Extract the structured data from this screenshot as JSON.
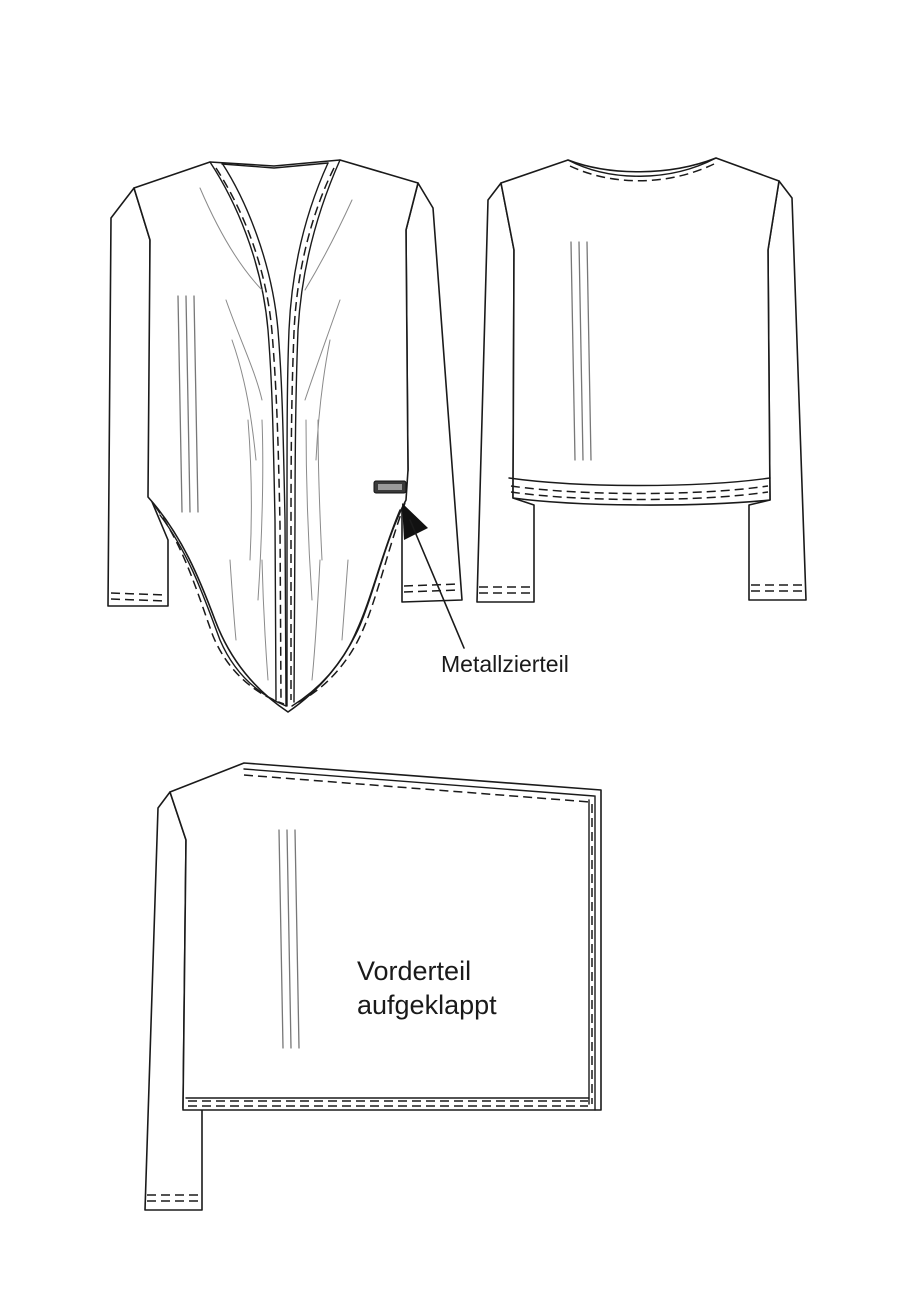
{
  "annotations": {
    "metal_ornament": "Metallzierteil",
    "front_open_line1": "Vorderteil",
    "front_open_line2": "aufgeklappt"
  },
  "colors": {
    "line": "#1a1a1a",
    "drape": "#8a8a8a",
    "paper": "#ffffff"
  }
}
